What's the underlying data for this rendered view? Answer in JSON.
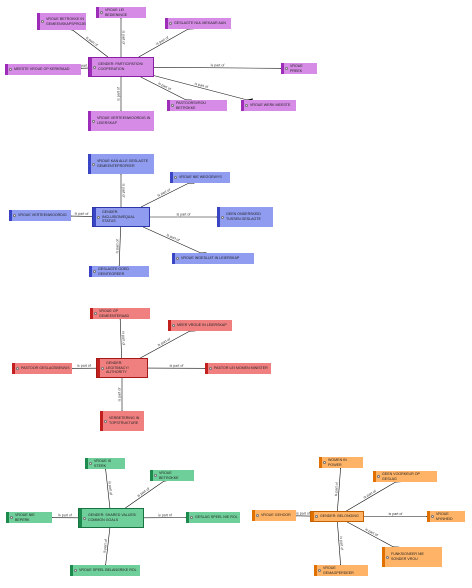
{
  "edge_label": "is part of",
  "clusters": [
    {
      "id": "participation",
      "colors": {
        "fill": "#d68ce6",
        "bar": "#9d2cb8",
        "border": "#8a1fa6"
      },
      "center": {
        "label": "GENDER: PARTICIPATION/ COOPERATION"
      },
      "nodes": [
        {
          "label": "VROUE BETROKKE IN GEMEENSKAPSPROJEKTE"
        },
        {
          "label": "VROUE LEI BEDIENINGE"
        },
        {
          "label": "GESLAGTE NUL MEKAAR AAN"
        },
        {
          "label": "MEESTE VROUE OP KERKRAAD"
        },
        {
          "label": "VROUE PREEK"
        },
        {
          "label": "VROUE VERTEENWOORDIG IN LEIERSKAP"
        },
        {
          "label": "PASTOORSVROU BETROKKE"
        },
        {
          "label": "VROUE WERK MEESTE"
        }
      ]
    },
    {
      "id": "inclusion",
      "colors": {
        "fill": "#8f9cf0",
        "bar": "#3a45c4",
        "border": "#2d36a8"
      },
      "center": {
        "label": "GENDER: INCLUSION/EQUAL STATUS"
      },
      "nodes": [
        {
          "label": "VROUE KAN ALLE GESLAGTE GEMEENTEPROFEER"
        },
        {
          "label": "VROUE NIE WEGGEWYS"
        },
        {
          "label": "VROUE VERTEENWOORDIG"
        },
        {
          "label": "GEEN ONDERSKEID TUSSEN GESLAGTE"
        },
        {
          "label": "GESLAGTE GOED GEINTEGREER"
        },
        {
          "label": "VROUE INGESLUIT IN LEIERSKAP"
        }
      ]
    },
    {
      "id": "legitimacy",
      "colors": {
        "fill": "#f08080",
        "bar": "#c21f1f",
        "border": "#a51818"
      },
      "center": {
        "label": "GENDER: LEGITIMACY/ AUTHORITY"
      },
      "nodes": [
        {
          "label": "VROUE OP GEMEENTERAAD"
        },
        {
          "label": "MEER VROUE IN LEIERSKAP"
        },
        {
          "label": "PASTOOR GESLAGSBEWUS"
        },
        {
          "label": "PASTOR LEI MOMEN MINISTER"
        },
        {
          "label": "VERBETERING IN TOPSTRUKTURE"
        }
      ]
    },
    {
      "id": "values",
      "colors": {
        "fill": "#6fcf9a",
        "bar": "#1b8a4c",
        "border": "#17733f"
      },
      "center": {
        "label": "GENDER: SHARED VALUES/ COMMON GOALS"
      },
      "nodes": [
        {
          "label": "VROUE IS STERK"
        },
        {
          "label": "VROUE BETROKKE"
        },
        {
          "label": "VROUE NIE BEPERK"
        },
        {
          "label": "GESLAG SPEEL NIE ROL"
        },
        {
          "label": "VROUE SPEEL BELANGRIKE ROL"
        }
      ]
    },
    {
      "id": "belonging",
      "colors": {
        "fill": "#ffb366",
        "bar": "#e07000",
        "border": "#c46200"
      },
      "center": {
        "label": "GENDER: BELONGING"
      },
      "nodes": [
        {
          "label": "WOMEN IN POWER"
        },
        {
          "label": "GEEN VOORKEUR OP GESLAG"
        },
        {
          "label": "VROUE GEHOOR"
        },
        {
          "label": "VROUE MYNHEID"
        },
        {
          "label": "VROUE GEMAGPERDEER"
        },
        {
          "label": "FUNKSIONEER NIE SONDER VROU"
        }
      ]
    }
  ]
}
